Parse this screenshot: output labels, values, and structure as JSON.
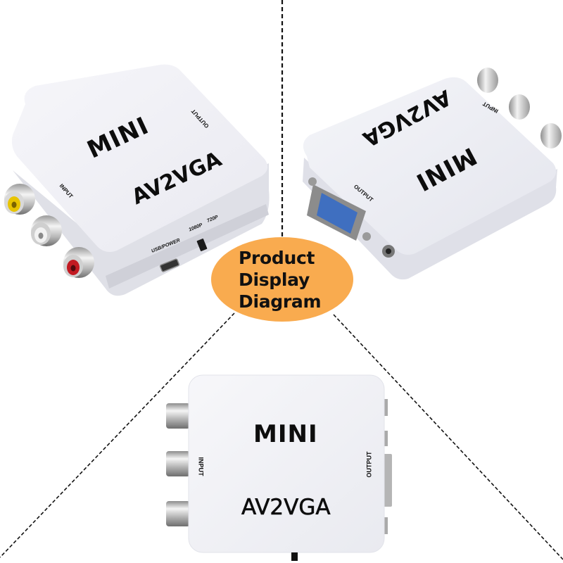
{
  "badge": {
    "lines": [
      "Product",
      "Display",
      "Diagram"
    ],
    "color": "#f9ab4f"
  },
  "products": {
    "top_left": {
      "brand": "MINI",
      "model": "AV2VGA",
      "input_label": "INPUT",
      "output_label": "OUTPUT",
      "power_label": "USB/POWER",
      "switch_labels": [
        "1080P",
        "720P"
      ],
      "rca_colors": [
        "#e8c400",
        "#f2f2f2",
        "#c21a22"
      ]
    },
    "top_right": {
      "brand": "MINI",
      "model": "AV2VGA",
      "input_label": "INPUT",
      "output_label": "OUTPUT"
    },
    "bottom": {
      "brand": "MINI",
      "model": "AV2VGA",
      "input_label": "INPUT",
      "output_label": "OUTPUT"
    }
  }
}
